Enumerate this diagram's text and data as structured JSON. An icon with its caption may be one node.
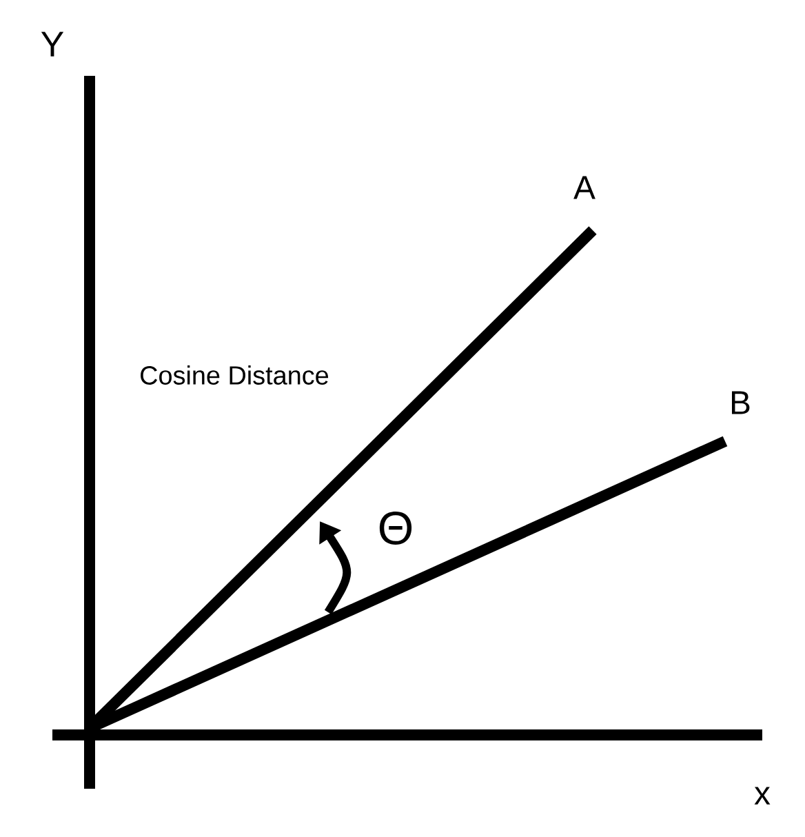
{
  "diagram": {
    "labels": [
      "Y",
      "A",
      "Cosine Distance",
      "B",
      "Θ",
      "x"
    ]
  }
}
